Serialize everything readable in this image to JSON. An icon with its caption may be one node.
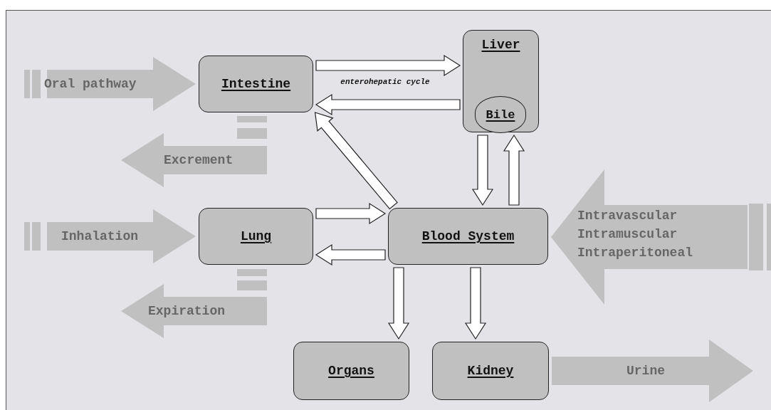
{
  "diagram": {
    "nodes": [
      {
        "text": [
          "Intestine"
        ]
      },
      {
        "text": [
          "Liver"
        ]
      },
      {
        "text": [
          "Bile"
        ],
        "in": 1
      },
      {
        "text": [
          "Lung"
        ]
      },
      {
        "text": [
          "Blood System"
        ]
      },
      {
        "text": [
          "Organs"
        ]
      },
      {
        "text": [
          "Kidney"
        ]
      }
    ],
    "edges": [
      {
        "from": 0,
        "to": 1,
        "arrow": "to",
        "label": "enterohepatic cycle"
      },
      {
        "from": 1,
        "to": 0,
        "arrow": "to"
      },
      {
        "from": 1,
        "to": 4,
        "arrow": "to"
      },
      {
        "from": 4,
        "to": 1,
        "arrow": "to"
      },
      {
        "from": 4,
        "to": 0,
        "arrow": "to"
      },
      {
        "from": 3,
        "to": 4,
        "arrow": "to"
      },
      {
        "from": 4,
        "to": 3,
        "arrow": "to"
      },
      {
        "from": 4,
        "to": 5,
        "arrow": "to"
      },
      {
        "from": 4,
        "to": 6,
        "arrow": "to"
      },
      {
        "from": null,
        "to": 0,
        "arrow": "to",
        "label": "Oral pathway",
        "style": "thick",
        "color": "#c0c0c0"
      },
      {
        "from": 0,
        "to": null,
        "arrow": "to",
        "label": "Excrement",
        "style": "thick",
        "color": "#c0c0c0"
      },
      {
        "from": null,
        "to": 3,
        "arrow": "to",
        "label": "Inhalation",
        "style": "thick",
        "color": "#c0c0c0"
      },
      {
        "from": 3,
        "to": null,
        "arrow": "to",
        "label": "Expiration",
        "style": "thick",
        "color": "#c0c0c0"
      },
      {
        "from": null,
        "to": 4,
        "arrow": "to",
        "label": "Intravascular Intramuscular Intraperitoneal",
        "style": "thick",
        "color": "#c0c0c0"
      },
      {
        "from": 6,
        "to": null,
        "arrow": "to",
        "label": "Urine",
        "style": "thick",
        "color": "#c0c0c0"
      }
    ]
  }
}
